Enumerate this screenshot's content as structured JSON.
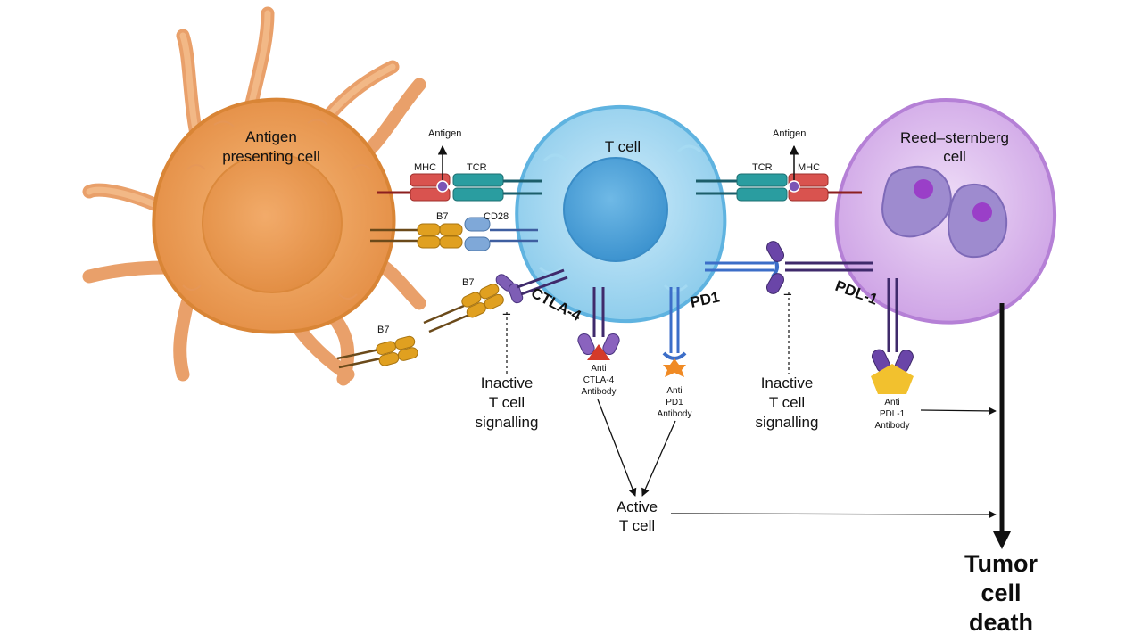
{
  "cells": {
    "apc": {
      "label_line1": "Antigen",
      "label_line2": "presenting cell",
      "color": "#F0A45E"
    },
    "tcell": {
      "label": "T cell",
      "color": "#8FD0EE"
    },
    "reed": {
      "label_line1": "Reed–sternberg",
      "label_line2": "cell",
      "color": "#D8B4EC"
    }
  },
  "molecules": {
    "antigen_left": "Antigen",
    "antigen_right": "Antigen",
    "mhc_left": "MHC",
    "mhc_right": "MHC",
    "tcr_left": "TCR",
    "tcr_right": "TCR",
    "b7_top": "B7",
    "b7_mid": "B7",
    "b7_low": "B7",
    "cd28": "CD28",
    "ctla4": "CTLA-4",
    "pd1": "PD1",
    "pdl1": "PDL-1"
  },
  "antibodies": {
    "anti_ctla4": [
      "Anti",
      "CTLA-4",
      "Antibody"
    ],
    "anti_pd1": [
      "Anti",
      "PD1",
      "Antibody"
    ],
    "anti_pdl1": [
      "Anti",
      "PDL-1",
      "Antibody"
    ]
  },
  "signals": {
    "inactive_left": [
      "Inactive",
      "T cell",
      "signalling"
    ],
    "inactive_right": [
      "Inactive",
      "T cell",
      "signalling"
    ],
    "inhibit_symbol": "−",
    "active": [
      "Active",
      "T cell"
    ]
  },
  "outcome": [
    "Tumor",
    "cell",
    "death"
  ],
  "colors": {
    "mhc": "#D9534F",
    "tcr": "#2A9DA0",
    "b7": "#E0A020",
    "cd28": "#7FA8D8",
    "ctla4_receptor": "#6B4C9A",
    "pd1_receptor": "#3C6EC8",
    "pdl1_receptor": "#5B3A8C",
    "anti_ctla4_tip": "#D43A2A",
    "anti_pd1_tip": "#F08A24",
    "anti_pdl1_tip": "#F2C12E"
  }
}
